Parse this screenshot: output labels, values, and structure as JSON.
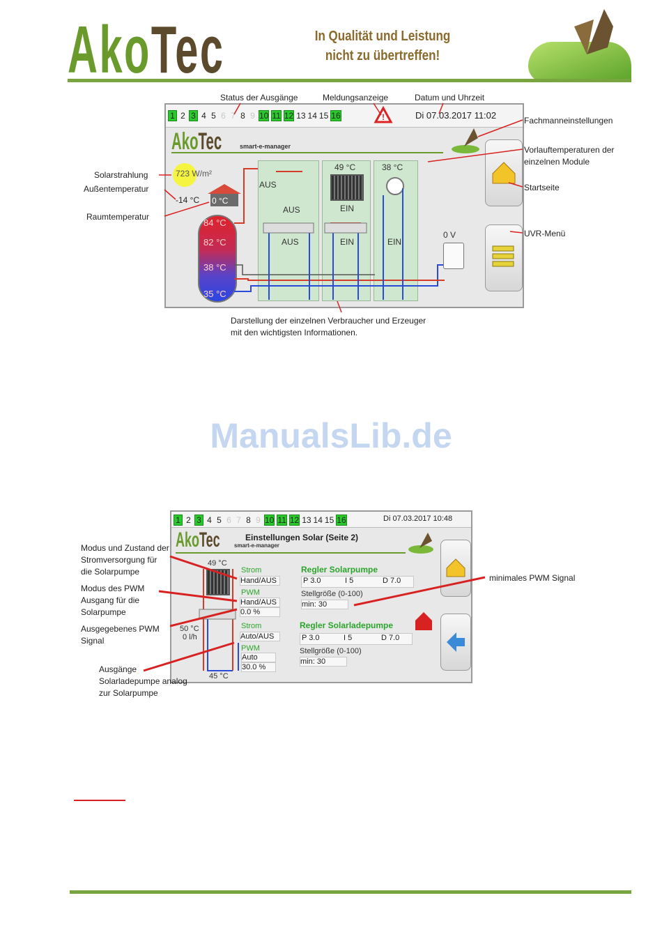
{
  "header": {
    "logo_green": "Ako",
    "logo_brown": "Tec",
    "slogan_line1": "In Qualität und Leistung",
    "slogan_line2": "nicht zu übertreffen!"
  },
  "figure1": {
    "outputs": [
      "1",
      "2",
      "3",
      "4",
      "5",
      "6",
      "7",
      "8",
      "9",
      "10",
      "11",
      "12",
      "13",
      "14",
      "15",
      "16"
    ],
    "outputs_on": [
      "1",
      "3",
      "10",
      "11",
      "12",
      "16"
    ],
    "datetime": "Di 07.03.2017 11:02",
    "subtitle": "smart-e-manager",
    "solar": "723 W/m²",
    "outside_temp": "-14 °C",
    "room_temp": "0 °C",
    "tank_temps": [
      "84 °C",
      "82 °C",
      "38 °C",
      "35 °C"
    ],
    "module_temps": [
      "49 °C",
      "38 °C"
    ],
    "labels": {
      "aus1": "AUS",
      "aus2": "AUS",
      "aus3": "AUS",
      "ein1": "EIN",
      "ein2": "EIN",
      "ein3": "EIN",
      "zero_v": "0 V"
    },
    "annotations": {
      "status": "Status der Ausgänge",
      "meldung": "Meldungsanzeige",
      "datum": "Datum und Uhrzeit",
      "fachmann": "Fachmanneinstellungen",
      "vorlauf": "Vorlauftemperaturen der einzelnen Module",
      "startseite": "Startseite",
      "uvr": "UVR-Menü",
      "solarstrahlung": "Solarstrahlung",
      "aussentemp": "Außentemperatur",
      "raumtemp": "Raumtemperatur",
      "darstellung1": "Darstellung der einzelnen Verbraucher und Erzeuger",
      "darstellung2": "mit den wichtigsten Informationen."
    }
  },
  "watermark": "ManualsLib.de",
  "figure2": {
    "datetime": "Di 07.03.2017 10:48",
    "title": "Einstellungen Solar (Seite 2)",
    "subtitle": "smart-e-manager",
    "temp_top": "49 °C",
    "temp_left": "50 °C",
    "flow": "0 l/h",
    "temp_bottom": "45 °C",
    "strom1": "Strom",
    "strom1_val": "Hand/AUS",
    "pwm1": "PWM",
    "pwm1_mode": "Hand/AUS",
    "pwm1_val": "0.0 %",
    "strom2": "Strom",
    "strom2_val": "Auto/AUS",
    "pwm2": "PWM",
    "pwm2_mode": "Auto",
    "pwm2_val": "30.0 %",
    "regler1": "Regler Solarpumpe",
    "regler1_pid": [
      "P 3.0",
      "I 5",
      "D 7.0"
    ],
    "regler1_stell": "Stellgröße (0-100)",
    "regler1_min": "min: 30",
    "regler2": "Regler Solarladepumpe",
    "regler2_pid": [
      "P 3.0",
      "I 5",
      "D 7.0"
    ],
    "regler2_stell": "Stellgröße (0-100)",
    "regler2_min": "min: 30",
    "annotations": {
      "modus_strom": "Modus und Zustand der Stromversorgung für die Solarpumpe",
      "modus_pwm": "Modus des PWM Ausgang für die Solarpumpe",
      "ausgegeben": "Ausgegebenes PWM Signal",
      "ausgaenge": "Ausgänge Solarladepumpe analog zur Solarpumpe",
      "min_pwm": "minimales PWM Signal"
    }
  }
}
